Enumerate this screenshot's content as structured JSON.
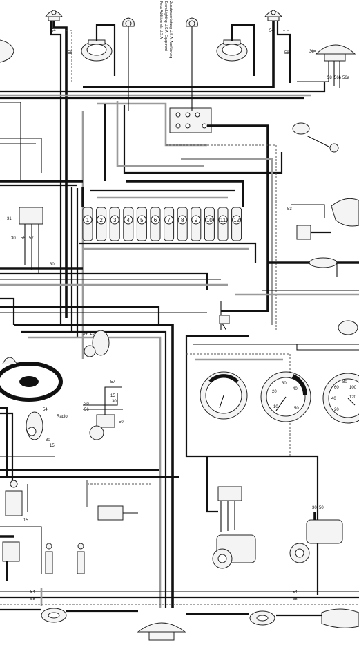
{
  "header_text": {
    "line1": "Zusatzausrüstung U.S.A. Ausführung",
    "line2": "Extra Lighting U.S.A. Equipment",
    "line3": "Feux Additionnels U.S.A."
  },
  "fuses": [
    "1",
    "2",
    "3",
    "4",
    "5",
    "6",
    "7",
    "8",
    "9",
    "10",
    "11",
    "12"
  ],
  "terminal_labels": {
    "lamp_left_54": "54",
    "lamp_left_58": "58",
    "lamp_right_54": "54",
    "lamp_right_58": "58",
    "headlight_31": "31",
    "headlight_58": "58",
    "headlight_56b": "56b",
    "headlight_56a": "56a",
    "right_53": "53",
    "left_31": "31",
    "left_30": "30",
    "left_56": "56",
    "left_57": "57",
    "mid_30": "30",
    "sw_54": "54",
    "sw_15": "15",
    "mid_57": "57",
    "ign_30": "30",
    "ign_56": "56",
    "ign_15": "15",
    "ign_30b": "30",
    "ign_50": "50",
    "radio_54": "54",
    "radio": "Radio",
    "key_30": "30",
    "key_15": "15",
    "coil_15": "15",
    "starter_30": "30",
    "starter_50": "50",
    "bottom_54": "54",
    "bottom_58": "58",
    "bottom_r54": "54",
    "bottom_r58": "58"
  },
  "gauges": {
    "tacho": [
      "10",
      "20",
      "30",
      "40",
      "50"
    ],
    "speedo": [
      "20",
      "40",
      "60",
      "80",
      "100",
      "120"
    ]
  },
  "colors": {
    "wire": "#111111",
    "wire_grey": "#9a9a9a",
    "background": "#ffffff"
  }
}
